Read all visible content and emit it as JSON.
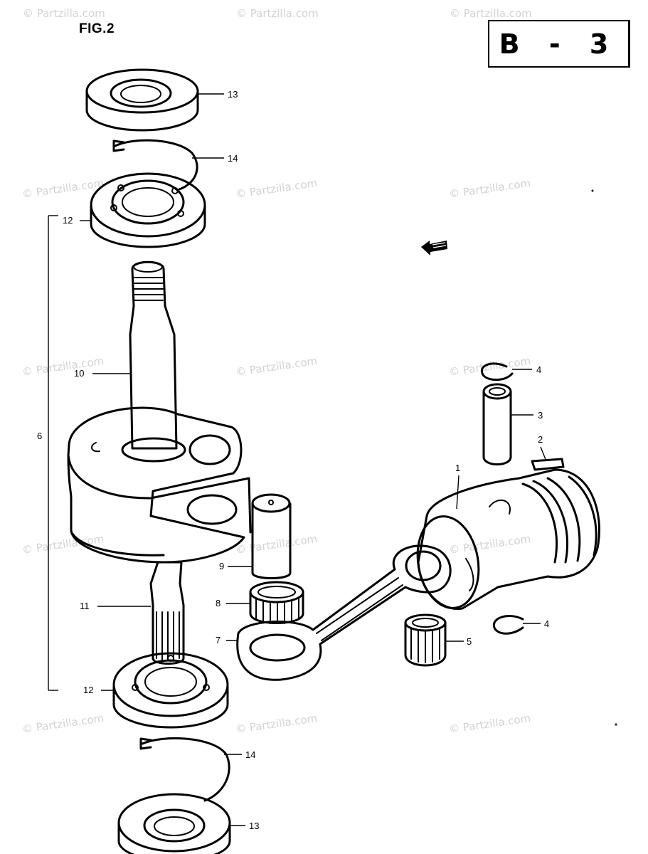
{
  "header": {
    "figure_label": "FIG.2",
    "section_code": "B - 3"
  },
  "watermark": "© Partzilla.com",
  "callouts": {
    "c1": "1",
    "c2": "2",
    "c3": "3",
    "c4a": "4",
    "c4b": "4",
    "c5": "5",
    "c6": "6",
    "c7": "7",
    "c8": "8",
    "c9": "9",
    "c10": "10",
    "c11": "11",
    "c12a": "12",
    "c12b": "12",
    "c13a": "13",
    "c13b": "13",
    "c14a": "14",
    "c14b": "14"
  },
  "direction_arrow_icon": "forward-arrow-icon"
}
